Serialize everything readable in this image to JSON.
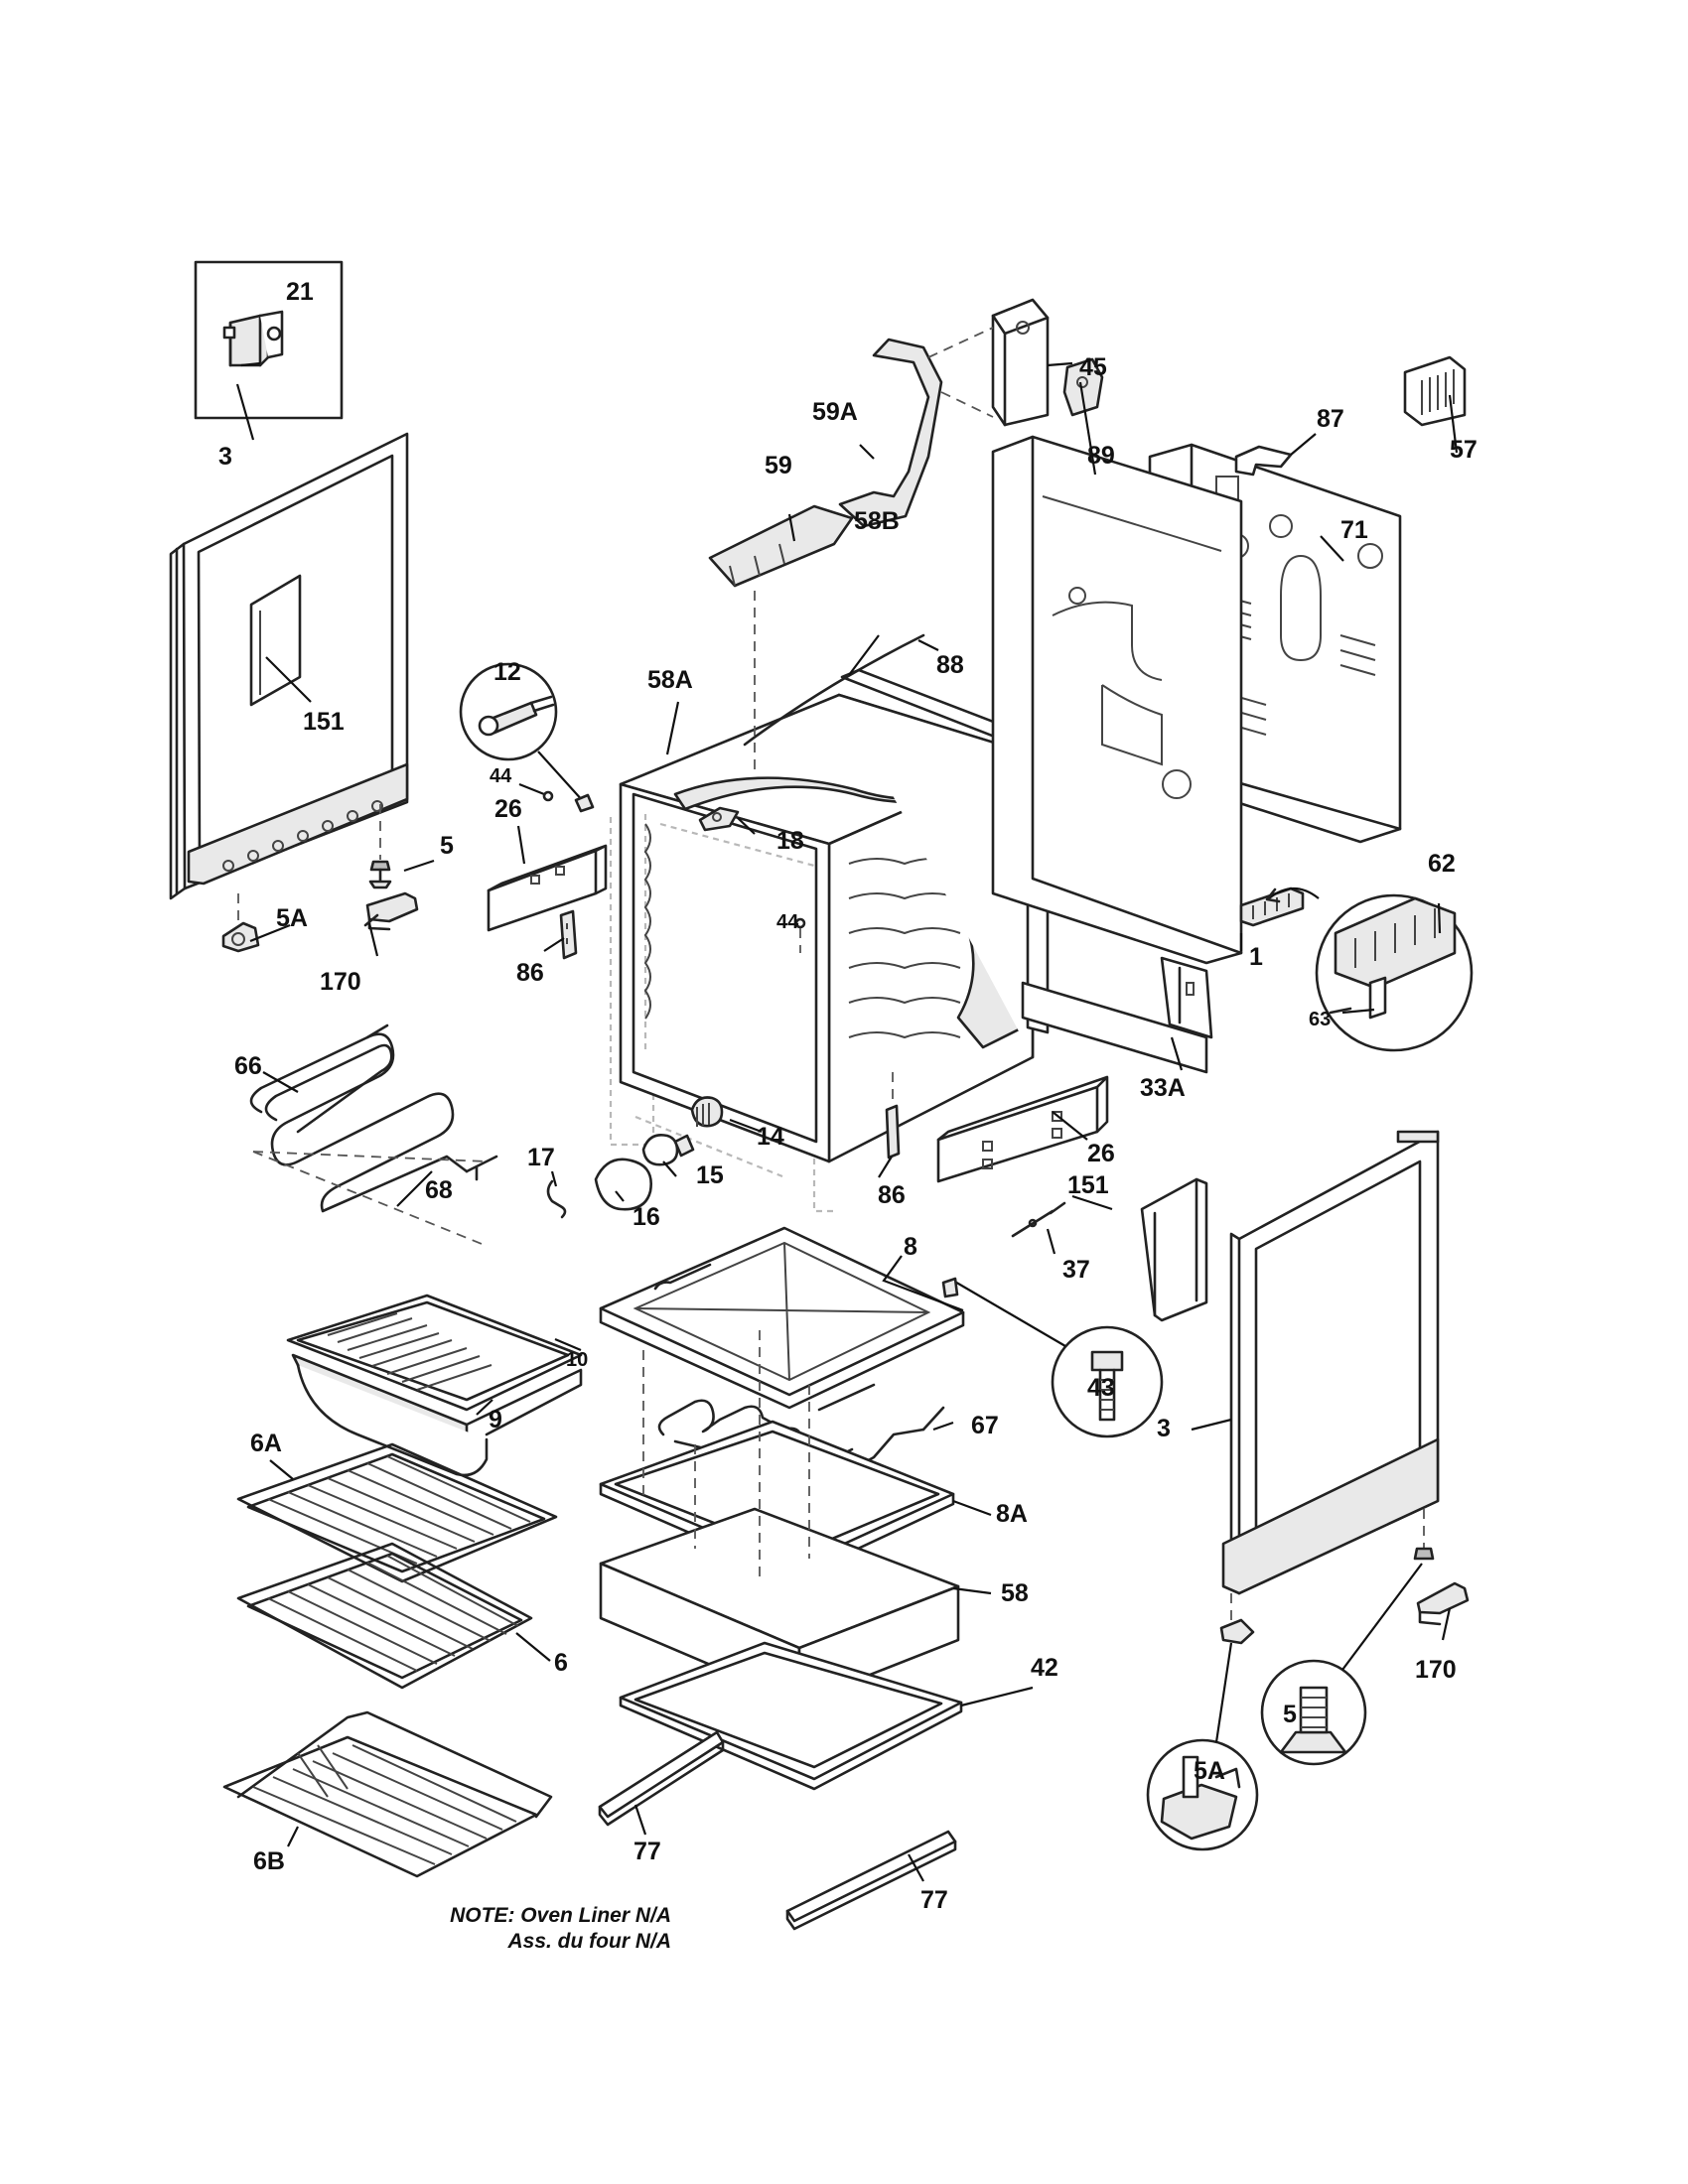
{
  "diagram": {
    "callouts": {
      "p21": "21",
      "p3_left": "3",
      "p151_left": "151",
      "p12": "12",
      "p44_a": "44",
      "p26_left": "26",
      "p5_left": "5",
      "p5A_left": "5A",
      "p170_left": "170",
      "p86_left": "86",
      "p58A": "58A",
      "p18": "18",
      "p44_b": "44",
      "p59A": "59A",
      "p59": "59",
      "p58B": "58B",
      "p88": "88",
      "p45": "45",
      "p89": "89",
      "p87": "87",
      "p57": "57",
      "p71": "71",
      "p1": "1",
      "p62": "62",
      "p63": "63",
      "p33A": "33A",
      "p26_right": "26",
      "p66": "66",
      "p68": "68",
      "p17": "17",
      "p16": "16",
      "p15": "15",
      "p14": "14",
      "p86_right": "86",
      "p151_right": "151",
      "p37": "37",
      "p8": "8",
      "p43": "43",
      "p10": "10",
      "p9": "9",
      "p67": "67",
      "p3_right": "3",
      "p6A": "6A",
      "p8A": "8A",
      "p58": "58",
      "p6": "6",
      "p42": "42",
      "p170_right": "170",
      "p5_right": "5",
      "p5A_right": "5A",
      "p6B": "6B",
      "p77_left": "77",
      "p77_right": "77"
    },
    "note_line1": "NOTE: Oven Liner N/A",
    "note_line2": "Ass. du four N/A"
  }
}
